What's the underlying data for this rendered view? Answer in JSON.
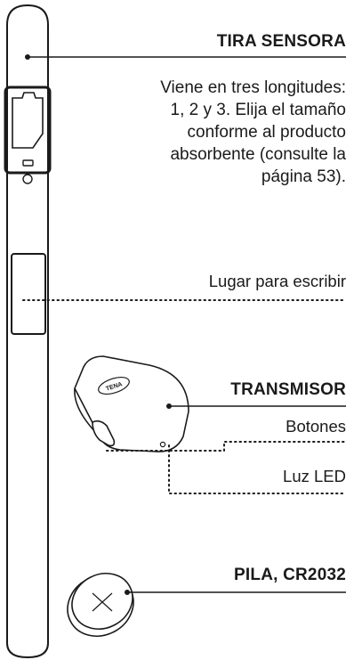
{
  "labels": {
    "sensor_strip_title": "TIRA SENSORA",
    "sensor_strip_desc_lines": [
      "Viene en tres longitudes:",
      "1, 2 y 3. Elija el tamaño",
      "conforme al producto",
      "absorbente (consulte la",
      "página 53)."
    ],
    "writing_area": "Lugar para escribir",
    "transmitter_title": "TRANSMISOR",
    "buttons": "Botones",
    "led": "Luz LED",
    "battery_title": "PILA, CR2032",
    "tena_logo": "TENA"
  },
  "colors": {
    "ink": "#1a1a1a",
    "background": "#ffffff"
  }
}
